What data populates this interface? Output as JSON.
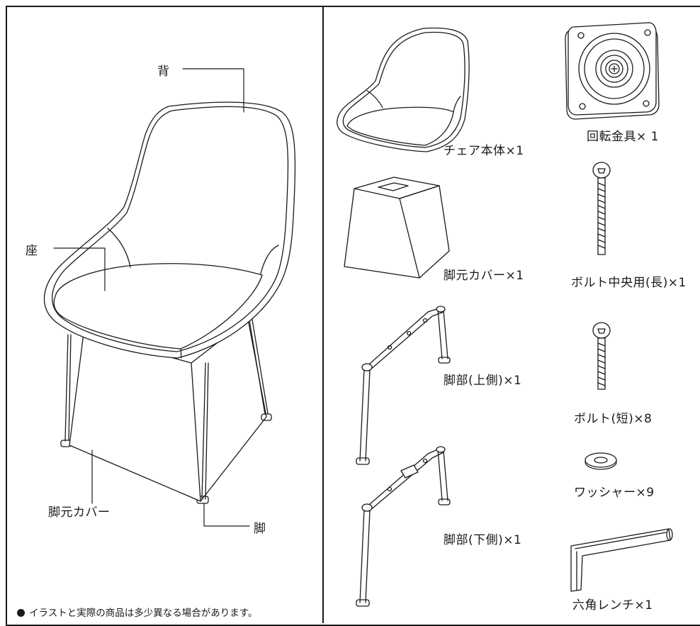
{
  "assembly": {
    "back": "背",
    "seat": "座",
    "leg_cover": "脚元カバー",
    "leg": "脚"
  },
  "parts": [
    {
      "name": "チェア本体×1"
    },
    {
      "name": "回転金具× 1"
    },
    {
      "name": "脚元カバー×1"
    },
    {
      "name": "ボルト中央用(長)×1"
    },
    {
      "name": "脚部(上側)×1"
    },
    {
      "name": "ボルト(短)×8"
    },
    {
      "name": "ワッシャー×9"
    },
    {
      "name": "脚部(下側)×1"
    },
    {
      "name": "六角レンチ×1"
    }
  ],
  "note": "イラストと実際の商品は多少異なる場合があります。",
  "icons": [
    "chair-illustration",
    "chair-body-icon",
    "swivel-plate-icon",
    "leg-cover-icon",
    "long-bolt-icon",
    "upper-leg-icon",
    "short-bolt-icon",
    "washer-icon",
    "lower-leg-icon",
    "hex-wrench-icon"
  ]
}
